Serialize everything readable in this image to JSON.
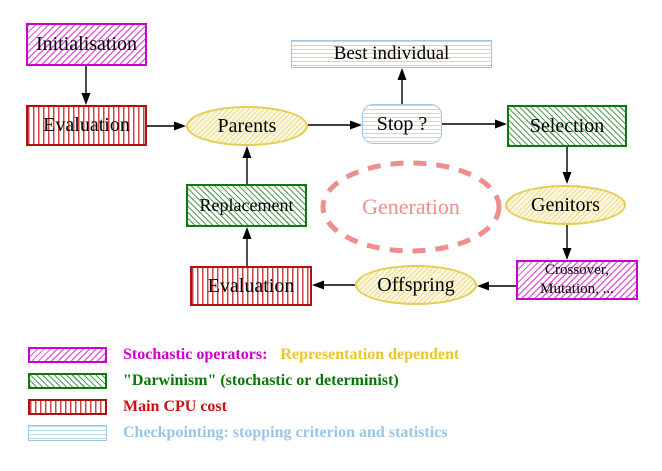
{
  "diagram": {
    "nodes": {
      "initialisation": {
        "label": "Initialisation",
        "style": "magenta-diagonal-hatch"
      },
      "evaluation_top": {
        "label": "Evaluation",
        "style": "red-vertical-stripes"
      },
      "parents": {
        "label": "Parents",
        "style": "yellow-hatch-ellipse"
      },
      "best_individual": {
        "label": "Best individual",
        "style": "cyan-horizontal-stripes"
      },
      "stop": {
        "label": "Stop ?",
        "style": "cyan-horizontal-stripes-rounded"
      },
      "selection": {
        "label": "Selection",
        "style": "green-diagonal-hatch"
      },
      "genitors": {
        "label": "Genitors",
        "style": "yellow-hatch-ellipse"
      },
      "crossover_mutation": {
        "line1": "Crossover,",
        "line2": "Mutation, ...",
        "style": "magenta-diagonal-hatch"
      },
      "offspring": {
        "label": "Offspring",
        "style": "yellow-hatch-ellipse"
      },
      "evaluation_bottom": {
        "label": "Evaluation",
        "style": "red-vertical-stripes"
      },
      "replacement": {
        "label": "Replacement",
        "style": "green-diagonal-hatch"
      },
      "generation": {
        "label": "Generation",
        "style": "salmon-dashed-ellipse"
      }
    },
    "edges": [
      {
        "from": "initialisation",
        "to": "evaluation_top"
      },
      {
        "from": "evaluation_top",
        "to": "parents"
      },
      {
        "from": "parents",
        "to": "stop"
      },
      {
        "from": "stop",
        "to": "best_individual"
      },
      {
        "from": "stop",
        "to": "selection"
      },
      {
        "from": "selection",
        "to": "genitors"
      },
      {
        "from": "genitors",
        "to": "crossover_mutation"
      },
      {
        "from": "crossover_mutation",
        "to": "offspring"
      },
      {
        "from": "offspring",
        "to": "evaluation_bottom"
      },
      {
        "from": "evaluation_bottom",
        "to": "replacement"
      },
      {
        "from": "replacement",
        "to": "parents"
      }
    ]
  },
  "legend": {
    "items": [
      {
        "swatch": "magenta-diagonal-hatch",
        "label": "Stochastic operators:",
        "label2": "Representation dependent"
      },
      {
        "swatch": "green-diagonal-hatch",
        "label": "\"Darwinism\" (stochastic or determinist)"
      },
      {
        "swatch": "red-vertical-stripes",
        "label": "Main CPU cost"
      },
      {
        "swatch": "cyan-horizontal-stripes",
        "label": "Checkpointing: stopping criterion and statistics"
      }
    ]
  },
  "colors": {
    "magenta": "#cc00cc",
    "green": "#0b7a0b",
    "red": "#b21111",
    "cyan_border": "#9fc8e0",
    "yellow_border": "#e3cd55",
    "salmon": "#ee8e8e",
    "gold_text": "#ecc52f",
    "cyan_text": "#99c5e6",
    "arrow": "#000000"
  }
}
